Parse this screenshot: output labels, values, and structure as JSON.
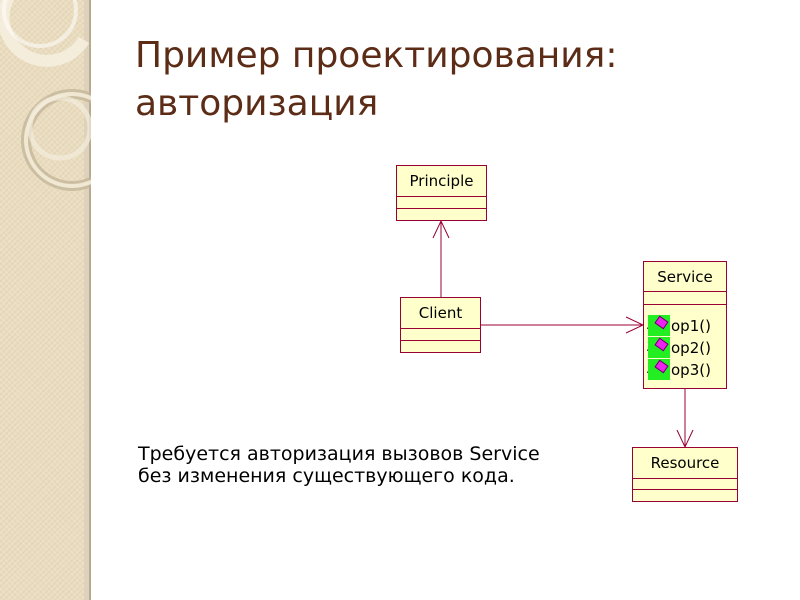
{
  "title": "Пример проектирования: авторизация",
  "body_text": {
    "line1": "Требуется авторизация вызовов Service",
    "line2": "без изменения существующего кода."
  },
  "diagram": {
    "classes": {
      "principle": {
        "name": "Principle"
      },
      "client": {
        "name": "Client"
      },
      "service": {
        "name": "Service",
        "operations": [
          "op1()",
          "op2()",
          "op3()"
        ]
      },
      "resource": {
        "name": "Resource"
      }
    },
    "relations": [
      {
        "from": "Client",
        "to": "Principle",
        "kind": "dependency"
      },
      {
        "from": "Client",
        "to": "Service",
        "kind": "dependency"
      },
      {
        "from": "Service",
        "to": "Resource",
        "kind": "dependency"
      }
    ],
    "operation_icon": "operation-icon",
    "colors": {
      "class_fill": "#ffffcc",
      "class_border": "#990033",
      "operation_highlight": "#22ee22",
      "title": "#5c2c16"
    }
  },
  "decoration": {
    "band_color": "#e9dcbf",
    "ring_icon": "ring-ornament"
  }
}
